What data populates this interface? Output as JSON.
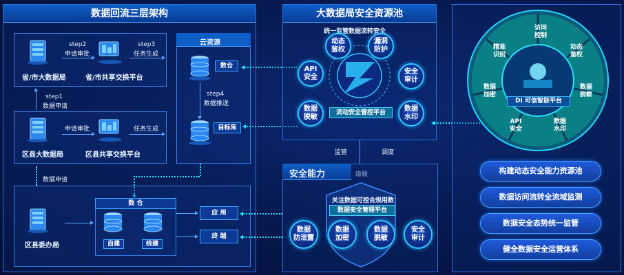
{
  "left_panel": {
    "title": "数据回流三层架构",
    "steps": {
      "step2": "step2",
      "step2_text": "申请审批",
      "step3": "step3",
      "step3_text": "任务生成",
      "step1": "step1",
      "step1_text": "数据申请",
      "county_approve": "申请审批",
      "county_task": "任务生成",
      "bottom_request": "数据申请",
      "step4": "step4",
      "step4_text": "数据推送"
    },
    "nodes": {
      "prov_bureau": "省/市大数据局",
      "prov_platform": "省/市共享交换平台",
      "county_bureau": "区县大数据局",
      "county_platform": "区县共享交换平台",
      "county_office": "区县委办局",
      "cloud_title": "云资源",
      "shucang": "数仓",
      "target_db": "目标库",
      "warehouse_title": "数  仓",
      "self_built": "自建",
      "unified": "统建",
      "app": "应 用",
      "terminal": "终 端"
    }
  },
  "center_panel": {
    "title": "大数据局安全资源池",
    "subtitle": "统一监管数据流转安全",
    "core_label": "流动安全管控平台",
    "ring_items": [
      "动态\n鉴权",
      "漏洞\n防护",
      "安全\n审计",
      "数据\n水印",
      "数据\n脱敏",
      "API\n安全"
    ],
    "supervise": "监管",
    "dispatch": "调度",
    "cascade": "级联"
  },
  "capability_panel": {
    "title": "安全能力",
    "subtitle": "关注数据可控合规用数",
    "platform": "数据安全管理平台",
    "items": [
      "数据\n防泄露",
      "数据\n加密",
      "数据\n脱敏",
      "安全\n审计"
    ]
  },
  "right_panel": {
    "wheel_items": [
      "访问\n控制",
      "动态\n鉴权",
      "数据\n脱敏",
      "数据\n水印",
      "API\n安全",
      "数据\n加密",
      "精准\n识别"
    ],
    "hub_label": "DI 可信智能平台",
    "capabilities": [
      "构建动态安全能力资源池",
      "数据访问流转全流域监测",
      "数据安全态势统一监管",
      "健全数据安全运营体系"
    ]
  },
  "colors": {
    "background": "#071a52",
    "panel_border": "#2a6fd8",
    "accent_cyan": "#22e3ff",
    "teal_hub": "#0a8b8a",
    "button_blue": "#1f5bdc"
  }
}
